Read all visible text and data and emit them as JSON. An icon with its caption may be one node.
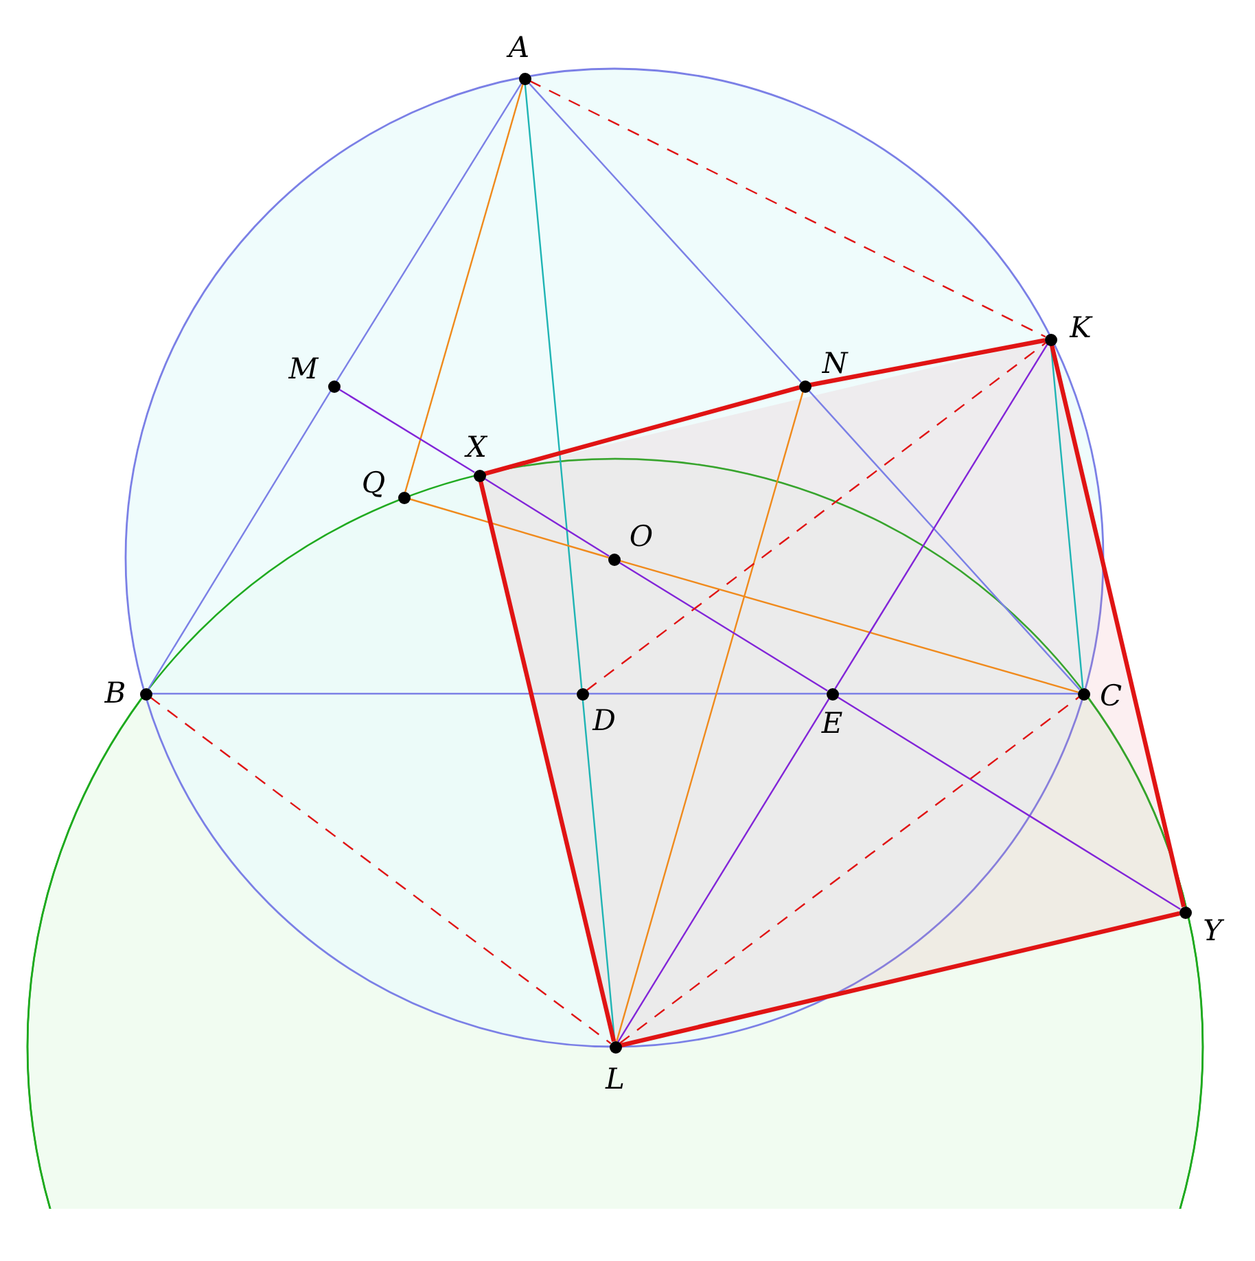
{
  "diagram": {
    "nodes": [
      {
        "text": [
          "A"
        ]
      },
      {
        "text": [
          "K"
        ]
      },
      {
        "text": [
          "N"
        ]
      },
      {
        "text": [
          "M"
        ]
      },
      {
        "text": [
          "X"
        ]
      },
      {
        "text": [
          "Q"
        ]
      },
      {
        "text": [
          "O"
        ]
      },
      {
        "text": [
          "B"
        ]
      },
      {
        "text": [
          "D"
        ]
      },
      {
        "text": [
          "E"
        ]
      },
      {
        "text": [
          "C"
        ]
      },
      {
        "text": [
          "Y"
        ]
      },
      {
        "text": [
          "L"
        ]
      }
    ],
    "edges": [
      {
        "from": 0,
        "to": 3,
        "arrow": "none",
        "color": "#7b80e6"
      },
      {
        "from": 3,
        "to": 7,
        "arrow": "none",
        "color": "#7b80e6"
      },
      {
        "from": 0,
        "to": 2,
        "arrow": "none",
        "color": "#7b80e6"
      },
      {
        "from": 2,
        "to": 10,
        "arrow": "none",
        "color": "#7b80e6"
      },
      {
        "from": 7,
        "to": 8,
        "arrow": "none",
        "color": "#7b80e6"
      },
      {
        "from": 8,
        "to": 9,
        "arrow": "none",
        "color": "#7b80e6"
      },
      {
        "from": 9,
        "to": 10,
        "arrow": "none",
        "color": "#7b80e6"
      },
      {
        "from": 0,
        "to": 8,
        "arrow": "none",
        "color": "#1fb4b4"
      },
      {
        "from": 8,
        "to": 12,
        "arrow": "none",
        "color": "#1fb4b4"
      },
      {
        "from": 1,
        "to": 10,
        "arrow": "none",
        "color": "#1fb4b4"
      },
      {
        "from": 0,
        "to": 5,
        "arrow": "none",
        "color": "#f08a1c"
      },
      {
        "from": 5,
        "to": 6,
        "arrow": "none",
        "color": "#f08a1c"
      },
      {
        "from": 6,
        "to": 10,
        "arrow": "none",
        "color": "#f08a1c"
      },
      {
        "from": 2,
        "to": 12,
        "arrow": "none",
        "color": "#f08a1c"
      },
      {
        "from": 3,
        "to": 4,
        "arrow": "none",
        "color": "#8225d8"
      },
      {
        "from": 4,
        "to": 6,
        "arrow": "none",
        "color": "#8225d8"
      },
      {
        "from": 6,
        "to": 9,
        "arrow": "none",
        "color": "#8225d8"
      },
      {
        "from": 9,
        "to": 11,
        "arrow": "none",
        "color": "#8225d8"
      },
      {
        "from": 1,
        "to": 9,
        "arrow": "none",
        "color": "#8225d8"
      },
      {
        "from": 9,
        "to": 12,
        "arrow": "none",
        "color": "#8225d8"
      },
      {
        "from": 4,
        "to": 2,
        "arrow": "none",
        "style": "thick",
        "color": "#e01414"
      },
      {
        "from": 2,
        "to": 1,
        "arrow": "none",
        "style": "thick",
        "color": "#e01414"
      },
      {
        "from": 1,
        "to": 11,
        "arrow": "none",
        "style": "thick",
        "color": "#e01414"
      },
      {
        "from": 11,
        "to": 12,
        "arrow": "none",
        "style": "thick",
        "color": "#e01414"
      },
      {
        "from": 12,
        "to": 4,
        "arrow": "none",
        "style": "thick",
        "color": "#e01414"
      },
      {
        "from": 0,
        "to": 1,
        "arrow": "none",
        "style": "dashed",
        "color": "#e01414"
      },
      {
        "from": 8,
        "to": 1,
        "arrow": "none",
        "style": "dashed",
        "color": "#e01414"
      },
      {
        "from": 7,
        "to": 12,
        "arrow": "none",
        "style": "dashed",
        "color": "#e01414"
      },
      {
        "from": 12,
        "to": 10,
        "arrow": "none",
        "style": "dashed",
        "color": "#e01414"
      }
    ]
  }
}
